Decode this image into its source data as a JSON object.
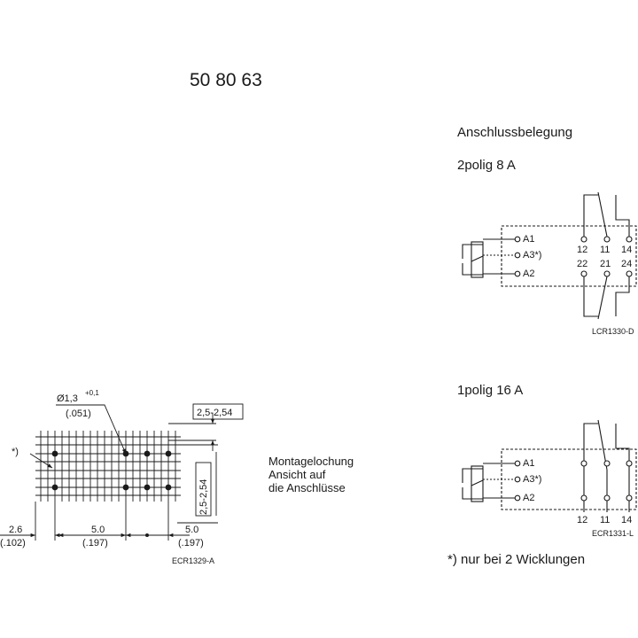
{
  "part_number": "50 80 63",
  "pinout": {
    "title": "Anschlussbelegung",
    "two_pole": {
      "title": "2polig 8 A",
      "coil_pins": [
        "A1",
        "A3*)",
        "A2"
      ],
      "top_contacts": [
        "12",
        "11",
        "14"
      ],
      "bottom_contacts": [
        "22",
        "21",
        "24"
      ],
      "code": "LCR1330-D"
    },
    "one_pole": {
      "title": "1polig 16 A",
      "coil_pins": [
        "A1",
        "A3*)",
        "A2"
      ],
      "contacts": [
        "12",
        "11",
        "14"
      ],
      "code": "ECR1331-L"
    },
    "footnote": "*) nur bei 2 Wicklungen"
  },
  "mounting": {
    "hole_label": "Ø1,3",
    "hole_tol": "+0,1",
    "hole_inch": "(.051)",
    "pitch_top": "2,5-2,54",
    "pitch_side": "2,5-2,54",
    "star": "*)",
    "dims": [
      {
        "mm": "2.6",
        "in": "(.102)"
      },
      {
        "mm": "5.0",
        "in": "(.197)"
      },
      {
        "mm": "5.0",
        "in": "(.197)"
      }
    ],
    "caption": [
      "Montagelochung",
      "Ansicht auf",
      "die Anschlüsse"
    ],
    "code": "ECR1329-A"
  }
}
